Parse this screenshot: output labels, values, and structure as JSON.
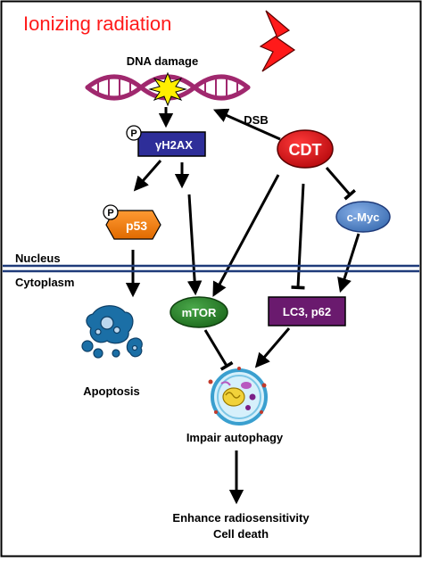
{
  "title": "Ionizing radiation",
  "labels": {
    "dna_damage": "DNA damage",
    "dsb": "DSB",
    "h2ax": "γH2AX",
    "phospho": "P",
    "cdt": "CDT",
    "p53": "p53",
    "cmyc": "c-Myc",
    "nucleus": "Nucleus",
    "cytoplasm": "Cytoplasm",
    "mtor": "mTOR",
    "lc3": "LC3, p62",
    "apoptosis": "Apoptosis",
    "impair_autophagy": "Impair autophagy",
    "outcome_line1": "Enhance radiosensitivity",
    "outcome_line2": "Cell death"
  },
  "colors": {
    "title_red": "#ff1a1a",
    "dna_strand": "#a0286e",
    "h2ax_box": "#2e2e99",
    "cdt_red": "#d10f14",
    "p53_orange": "#f07a10",
    "cmyc_blue": "#5b86c6",
    "membrane_blue": "#1f3b7a",
    "mtor_green": "#2f7f2f",
    "lc3_purple": "#6a1a6e",
    "apoptosis_blue": "#1b6fa6"
  },
  "icons": [
    "lightning-bolt-icon",
    "dna-damage-burst-icon",
    "apoptotic-cell-icon",
    "autophagosome-icon"
  ]
}
